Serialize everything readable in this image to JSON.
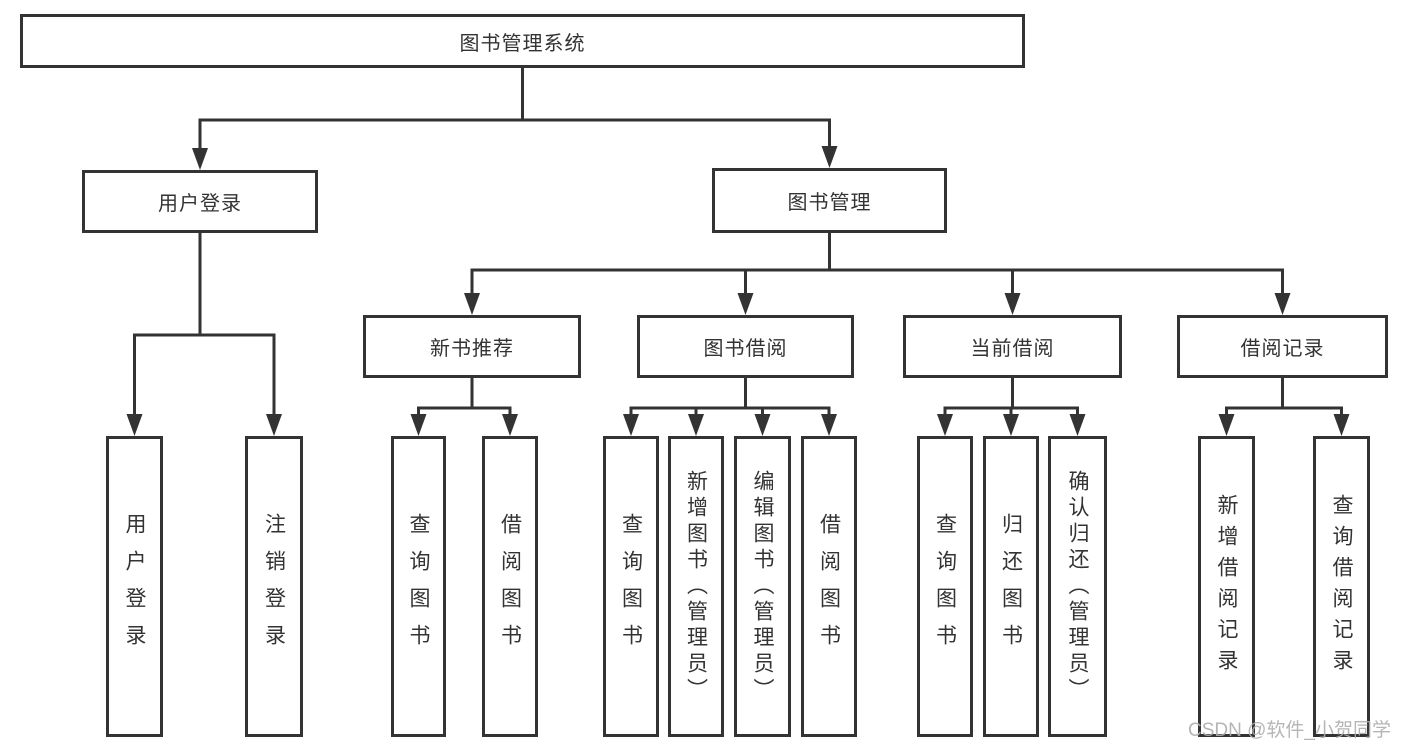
{
  "root": {
    "label": "图书管理系统"
  },
  "branches": {
    "user": {
      "label": "用户登录",
      "children": [
        {
          "label": "用户登录"
        },
        {
          "label": "注销登录"
        }
      ]
    },
    "book": {
      "label": "图书管理",
      "children": [
        {
          "label": "新书推荐",
          "children": [
            {
              "label": "查询图书"
            },
            {
              "label": "借阅图书"
            }
          ]
        },
        {
          "label": "图书借阅",
          "children": [
            {
              "label": "查询图书"
            },
            {
              "label": "新增图书（管理员）"
            },
            {
              "label": "编辑图书（管理员）"
            },
            {
              "label": "借阅图书"
            }
          ]
        },
        {
          "label": "当前借阅",
          "children": [
            {
              "label": "查询图书"
            },
            {
              "label": "归还图书"
            },
            {
              "label": "确认归还（管理员）"
            }
          ]
        },
        {
          "label": "借阅记录",
          "children": [
            {
              "label": "新增借阅记录"
            },
            {
              "label": "查询借阅记录"
            }
          ]
        }
      ]
    }
  },
  "watermark": {
    "text": "CSDN @软件_小贺同学"
  },
  "colors": {
    "line": "#333333",
    "box_border": "#333333",
    "text": "#333333",
    "watermark": "#aeaeae",
    "background": "#ffffff"
  }
}
